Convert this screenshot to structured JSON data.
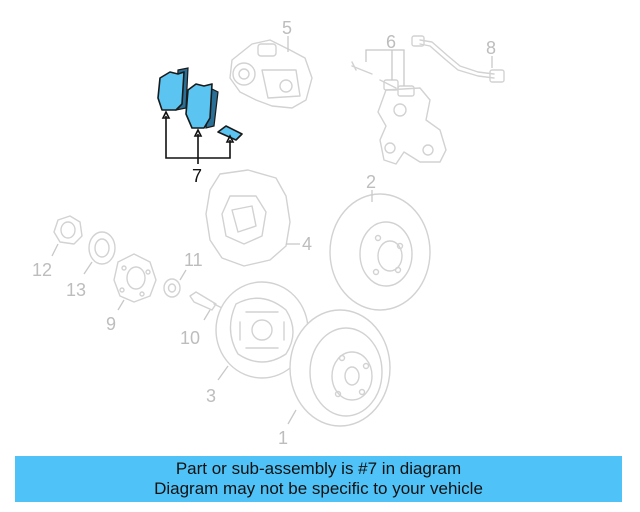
{
  "diagram": {
    "callouts": {
      "c1": "1",
      "c2": "2",
      "c3": "3",
      "c4": "4",
      "c5": "5",
      "c6": "6",
      "c7": "7",
      "c8": "8",
      "c9": "9",
      "c10": "10",
      "c11": "11",
      "c12": "12",
      "c13": "13"
    },
    "highlighted_part": "7",
    "highlight_color": "#5bc4f0"
  },
  "banner": {
    "line1": "Part or sub-assembly is #7 in diagram",
    "line2": "Diagram may not be specific to your vehicle",
    "background": "#4fc3f7"
  }
}
